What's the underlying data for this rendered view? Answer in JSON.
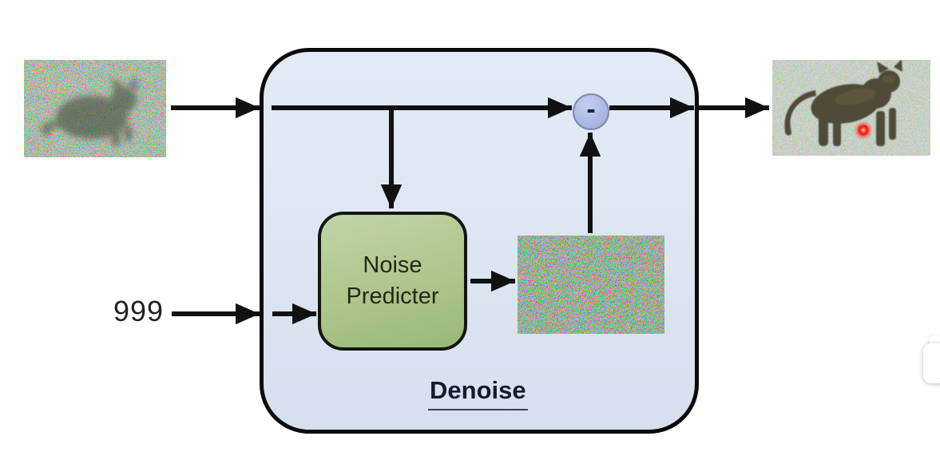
{
  "labels": {
    "timestep": "999",
    "noise_predictor": "Noise Predicter",
    "denoise": "Denoise",
    "subtract": "-"
  },
  "images": {
    "input": "noisy-cat-input-image",
    "predicted_noise": "predicted-noise-image",
    "output": "denoised-cat-output-image",
    "output_marker": "red-laser-pointer-dot"
  },
  "colors": {
    "arrow": "#111111",
    "containerFill": "#dce6f2",
    "containerBorder": "#0b0b0b",
    "predictorFill": "#aec58c",
    "predictorBorder": "#151515",
    "predictorText": "#1f2a16",
    "subtractCircleFill": "#aab7e2",
    "subtractCircleBorder": "#7d88b8",
    "subtractText": "#1b2442",
    "denoiseText": "#141b2b",
    "timestepText": "#222222",
    "laserDot": "#ee1505"
  }
}
